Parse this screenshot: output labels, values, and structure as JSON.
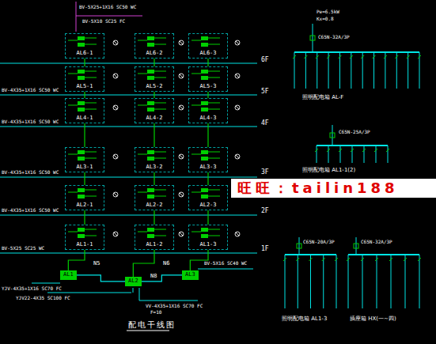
{
  "diagram": {
    "title": "配电干线图",
    "nodes": [
      {
        "text": [
          "AL6-1"
        ]
      },
      {
        "text": [
          "AL6-2"
        ]
      },
      {
        "text": [
          "AL6-3"
        ]
      },
      {
        "text": [
          "AL5-1"
        ]
      },
      {
        "text": [
          "AL5-2"
        ]
      },
      {
        "text": [
          "AL5-3"
        ]
      },
      {
        "text": [
          "AL4-1"
        ]
      },
      {
        "text": [
          "AL4-2"
        ]
      },
      {
        "text": [
          "AL4-3"
        ]
      },
      {
        "text": [
          "AL3-1"
        ]
      },
      {
        "text": [
          "AL3-2"
        ]
      },
      {
        "text": [
          "AL3-3"
        ]
      },
      {
        "text": [
          "AL2-1"
        ]
      },
      {
        "text": [
          "AL2-2"
        ]
      },
      {
        "text": [
          "AL2-3"
        ]
      },
      {
        "text": [
          "AL1-1"
        ]
      },
      {
        "text": [
          "AL1-2"
        ]
      },
      {
        "text": [
          "AL1-3"
        ]
      },
      {
        "text": [
          "AL1"
        ]
      },
      {
        "text": [
          "AL2"
        ]
      },
      {
        "text": [
          "AL3"
        ]
      }
    ],
    "edges": [
      {
        "from": 18,
        "to": 15,
        "arrow": "none"
      },
      {
        "from": 15,
        "to": 12,
        "arrow": "none"
      },
      {
        "from": 12,
        "to": 9,
        "arrow": "none"
      },
      {
        "from": 9,
        "to": 6,
        "arrow": "none"
      },
      {
        "from": 6,
        "to": 3,
        "arrow": "none"
      },
      {
        "from": 3,
        "to": 0,
        "arrow": "none"
      },
      {
        "from": 19,
        "to": 16,
        "arrow": "none"
      },
      {
        "from": 16,
        "to": 13,
        "arrow": "none"
      },
      {
        "from": 13,
        "to": 10,
        "arrow": "none"
      },
      {
        "from": 10,
        "to": 7,
        "arrow": "none"
      },
      {
        "from": 7,
        "to": 4,
        "arrow": "none"
      },
      {
        "from": 4,
        "to": 1,
        "arrow": "none"
      },
      {
        "from": 20,
        "to": 17,
        "arrow": "none"
      },
      {
        "from": 17,
        "to": 14,
        "arrow": "none"
      },
      {
        "from": 14,
        "to": 11,
        "arrow": "none"
      },
      {
        "from": 11,
        "to": 8,
        "arrow": "none"
      },
      {
        "from": 8,
        "to": 5,
        "arrow": "none"
      },
      {
        "from": 5,
        "to": 2,
        "arrow": "none"
      },
      {
        "from": 19,
        "to": 18,
        "arrow": "none"
      },
      {
        "from": 19,
        "to": 20,
        "arrow": "none"
      }
    ],
    "labels": [
      "BV-5X25+1X16 SC50 WC",
      "BV-5X10 SC25 FC",
      "6F",
      "5F",
      "4F",
      "3F",
      "2F",
      "1F",
      "BV-4X35+1X16 SC50 WC",
      "BV-4X35+1X16 SC50 WC",
      "BV-4X35+1X16 SC50 WC",
      "BV-4X35+1X16 SC50 WC",
      "BV-5X25 SC25 WC",
      "YJV-4X35+1X16 SC70 FC",
      "YJV22-4X35 SC100 FC",
      "VV-4X35+1X16 SC70 FC",
      "BV-5X16 SC40 WC",
      "N5",
      "N6",
      "N8",
      "F=10",
      "旺旺：tailin188",
      "Pe=6.5kW",
      "Kx=0.8",
      "C65N-32A/3P",
      "照明配电箱 AL-F",
      "C65N-25A/3P",
      "照明配电箱 AL1-1(2)",
      "C65N-20A/3P",
      "照明配电箱 AL1-3",
      "C65N-32A/3P",
      "插座箱 HX(一~四)"
    ]
  }
}
